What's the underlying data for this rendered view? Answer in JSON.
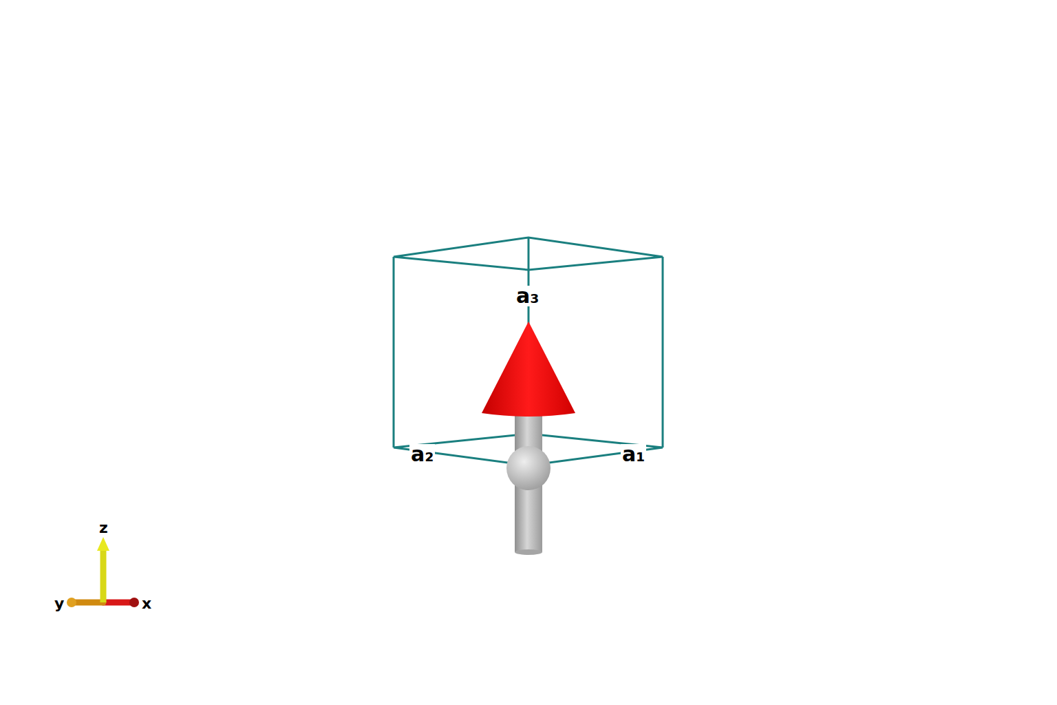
{
  "diagram": {
    "labels": [
      "a₃",
      "a₂",
      "a₁",
      "z",
      "y",
      "x"
    ]
  }
}
